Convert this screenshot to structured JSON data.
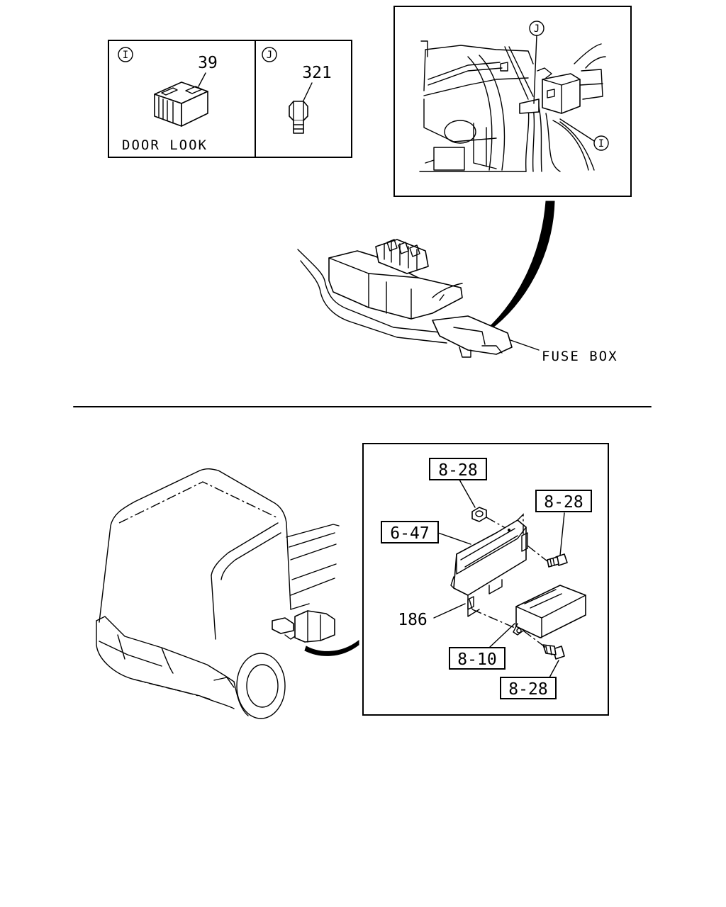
{
  "top_section": {
    "inset_I": {
      "callout": "I",
      "part_number": "39",
      "caption": "DOOR LOOK"
    },
    "inset_J": {
      "callout": "J",
      "part_number": "321"
    },
    "detail": {
      "callout_J": "J",
      "callout_I": "I"
    },
    "fuse_box_label": "FUSE BOX"
  },
  "bottom_section": {
    "labels": {
      "nut_ref": "8-28",
      "bolt_ref_upper": "8-28",
      "bracket_ref": "6-47",
      "part_186": "186",
      "relay_ref": "8-10",
      "bolt_ref_lower": "8-28"
    }
  }
}
